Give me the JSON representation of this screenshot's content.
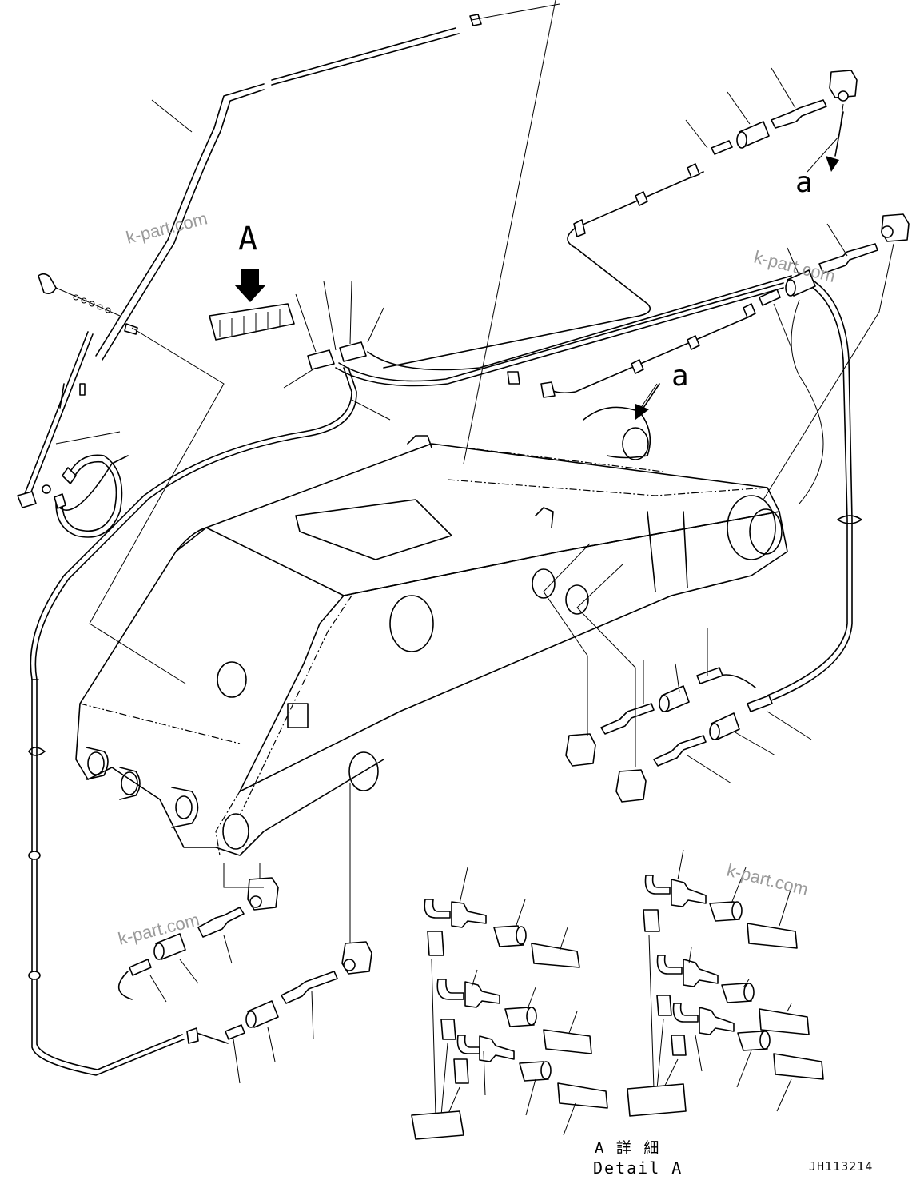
{
  "diagram": {
    "view_labels": {
      "view_a": "A",
      "arrow_a_upper": "a",
      "arrow_a_lower": "a"
    },
    "detail_caption": {
      "japanese": "A 詳 細",
      "english": "Detail A"
    },
    "drawing_number": "JH113214",
    "watermarks": [
      "k-part.com",
      "k-part.com",
      "k-part.com",
      "k-part.com"
    ]
  }
}
